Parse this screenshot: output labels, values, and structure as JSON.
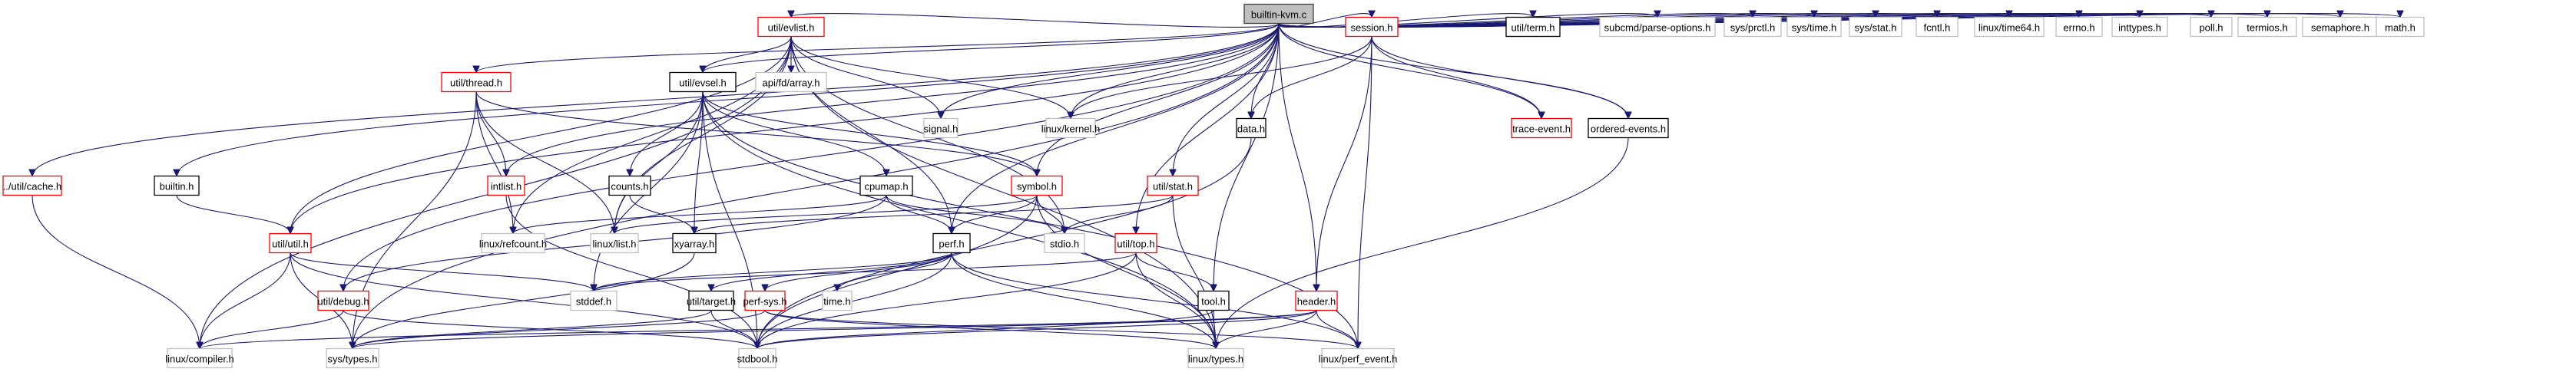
{
  "title": "builtin-kvm.c",
  "colors": {
    "edge": "#191970",
    "root_fill": "#bfbfbf",
    "root_border": "#404040",
    "documented_border": "#000000",
    "truncated_border": "#ff0000",
    "external_border": "#bfbfbf"
  },
  "legend_kinds": {
    "root": "file being documented",
    "documented": "documented header",
    "truncated": "header with hidden includes",
    "external": "undocumented / system header"
  },
  "nodes": [
    {
      "id": "builtin_kvm_c",
      "label": "builtin-kvm.c",
      "kind": "root"
    },
    {
      "id": "util_evlist_h",
      "label": "util/evlist.h",
      "kind": "truncated"
    },
    {
      "id": "session_h",
      "label": "session.h",
      "kind": "truncated"
    },
    {
      "id": "util_term_h",
      "label": "util/term.h",
      "kind": "documented"
    },
    {
      "id": "subcmd_parse_options_h",
      "label": "subcmd/parse-options.h",
      "kind": "external"
    },
    {
      "id": "sys_prctl_h",
      "label": "sys/prctl.h",
      "kind": "external"
    },
    {
      "id": "sys_time_h",
      "label": "sys/time.h",
      "kind": "external"
    },
    {
      "id": "sys_stat_h",
      "label": "sys/stat.h",
      "kind": "external"
    },
    {
      "id": "fcntl_h",
      "label": "fcntl.h",
      "kind": "external"
    },
    {
      "id": "linux_time64_h",
      "label": "linux/time64.h",
      "kind": "external"
    },
    {
      "id": "errno_h",
      "label": "errno.h",
      "kind": "external"
    },
    {
      "id": "inttypes_h",
      "label": "inttypes.h",
      "kind": "external"
    },
    {
      "id": "poll_h",
      "label": "poll.h",
      "kind": "external"
    },
    {
      "id": "termios_h",
      "label": "termios.h",
      "kind": "external"
    },
    {
      "id": "semaphore_h",
      "label": "semaphore.h",
      "kind": "external"
    },
    {
      "id": "math_h",
      "label": "math.h",
      "kind": "external"
    },
    {
      "id": "util_thread_h",
      "label": "util/thread.h",
      "kind": "truncated"
    },
    {
      "id": "util_evsel_h",
      "label": "util/evsel.h",
      "kind": "documented"
    },
    {
      "id": "api_fd_array_h",
      "label": "api/fd/array.h",
      "kind": "external"
    },
    {
      "id": "signal_h",
      "label": "signal.h",
      "kind": "external"
    },
    {
      "id": "linux_kernel_h",
      "label": "linux/kernel.h",
      "kind": "external"
    },
    {
      "id": "data_h",
      "label": "data.h",
      "kind": "documented"
    },
    {
      "id": "trace_event_h",
      "label": "trace-event.h",
      "kind": "truncated"
    },
    {
      "id": "ordered_events_h",
      "label": "ordered-events.h",
      "kind": "documented"
    },
    {
      "id": "util_cache_h",
      "label": "../util/cache.h",
      "kind": "truncated"
    },
    {
      "id": "builtin_h",
      "label": "builtin.h",
      "kind": "documented"
    },
    {
      "id": "intlist_h",
      "label": "intlist.h",
      "kind": "truncated"
    },
    {
      "id": "counts_h",
      "label": "counts.h",
      "kind": "documented"
    },
    {
      "id": "cpumap_h",
      "label": "cpumap.h",
      "kind": "documented"
    },
    {
      "id": "symbol_h",
      "label": "symbol.h",
      "kind": "truncated"
    },
    {
      "id": "util_stat_h",
      "label": "util/stat.h",
      "kind": "truncated"
    },
    {
      "id": "util_util_h",
      "label": "util/util.h",
      "kind": "truncated"
    },
    {
      "id": "linux_refcount_h",
      "label": "linux/refcount.h",
      "kind": "external"
    },
    {
      "id": "linux_list_h",
      "label": "linux/list.h",
      "kind": "external"
    },
    {
      "id": "xyarray_h",
      "label": "xyarray.h",
      "kind": "documented"
    },
    {
      "id": "perf_h",
      "label": "perf.h",
      "kind": "documented"
    },
    {
      "id": "stdio_h",
      "label": "stdio.h",
      "kind": "external"
    },
    {
      "id": "util_top_h",
      "label": "util/top.h",
      "kind": "truncated"
    },
    {
      "id": "util_debug_h",
      "label": "util/debug.h",
      "kind": "truncated"
    },
    {
      "id": "stddef_h",
      "label": "stddef.h",
      "kind": "external"
    },
    {
      "id": "util_target_h",
      "label": "util/target.h",
      "kind": "documented"
    },
    {
      "id": "perf_sys_h",
      "label": "perf-sys.h",
      "kind": "truncated"
    },
    {
      "id": "time_h",
      "label": "time.h",
      "kind": "external"
    },
    {
      "id": "tool_h",
      "label": "tool.h",
      "kind": "documented"
    },
    {
      "id": "header_h",
      "label": "header.h",
      "kind": "truncated"
    },
    {
      "id": "linux_compiler_h",
      "label": "linux/compiler.h",
      "kind": "external"
    },
    {
      "id": "sys_types_h",
      "label": "sys/types.h",
      "kind": "external"
    },
    {
      "id": "stdbool_h",
      "label": "stdbool.h",
      "kind": "external"
    },
    {
      "id": "linux_types_h",
      "label": "linux/types.h",
      "kind": "external"
    },
    {
      "id": "linux_perf_event_h",
      "label": "linux/perf_event.h",
      "kind": "external"
    }
  ],
  "edges": [
    [
      "builtin_kvm_c",
      "util_evlist_h"
    ],
    [
      "builtin_kvm_c",
      "session_h"
    ],
    [
      "builtin_kvm_c",
      "util_term_h"
    ],
    [
      "builtin_kvm_c",
      "subcmd_parse_options_h"
    ],
    [
      "builtin_kvm_c",
      "sys_prctl_h"
    ],
    [
      "builtin_kvm_c",
      "sys_time_h"
    ],
    [
      "builtin_kvm_c",
      "sys_stat_h"
    ],
    [
      "builtin_kvm_c",
      "fcntl_h"
    ],
    [
      "builtin_kvm_c",
      "linux_time64_h"
    ],
    [
      "builtin_kvm_c",
      "errno_h"
    ],
    [
      "builtin_kvm_c",
      "inttypes_h"
    ],
    [
      "builtin_kvm_c",
      "poll_h"
    ],
    [
      "builtin_kvm_c",
      "termios_h"
    ],
    [
      "builtin_kvm_c",
      "semaphore_h"
    ],
    [
      "builtin_kvm_c",
      "math_h"
    ],
    [
      "builtin_kvm_c",
      "util_cache_h"
    ],
    [
      "builtin_kvm_c",
      "builtin_h"
    ],
    [
      "builtin_kvm_c",
      "util_thread_h"
    ],
    [
      "builtin_kvm_c",
      "util_evsel_h"
    ],
    [
      "builtin_kvm_c",
      "signal_h"
    ],
    [
      "builtin_kvm_c",
      "linux_kernel_h"
    ],
    [
      "builtin_kvm_c",
      "data_h"
    ],
    [
      "builtin_kvm_c",
      "trace_event_h"
    ],
    [
      "builtin_kvm_c",
      "ordered_events_h"
    ],
    [
      "builtin_kvm_c",
      "intlist_h"
    ],
    [
      "builtin_kvm_c",
      "util_util_h"
    ],
    [
      "builtin_kvm_c",
      "symbol_h"
    ],
    [
      "builtin_kvm_c",
      "util_stat_h"
    ],
    [
      "builtin_kvm_c",
      "util_top_h"
    ],
    [
      "builtin_kvm_c",
      "perf_h"
    ],
    [
      "builtin_kvm_c",
      "tool_h"
    ],
    [
      "builtin_kvm_c",
      "header_h"
    ],
    [
      "builtin_kvm_c",
      "util_debug_h"
    ],
    [
      "builtin_kvm_c",
      "sys_types_h"
    ],
    [
      "util_evlist_h",
      "util_evsel_h"
    ],
    [
      "util_evlist_h",
      "api_fd_array_h"
    ],
    [
      "util_evlist_h",
      "signal_h"
    ],
    [
      "util_evlist_h",
      "linux_kernel_h"
    ],
    [
      "util_evlist_h",
      "linux_list_h"
    ],
    [
      "util_evlist_h",
      "linux_refcount_h"
    ],
    [
      "util_evlist_h",
      "stdio_h"
    ],
    [
      "util_evlist_h",
      "perf_h"
    ],
    [
      "util_evlist_h",
      "util_util_h"
    ],
    [
      "util_evlist_h",
      "linux_compiler_h"
    ],
    [
      "util_evlist_h",
      "linux_types_h"
    ],
    [
      "session_h",
      "linux_kernel_h"
    ],
    [
      "session_h",
      "data_h"
    ],
    [
      "session_h",
      "trace_event_h"
    ],
    [
      "session_h",
      "ordered_events_h"
    ],
    [
      "session_h",
      "header_h"
    ],
    [
      "session_h",
      "linux_perf_event_h"
    ],
    [
      "ordered_events_h",
      "linux_types_h"
    ],
    [
      "data_h",
      "stdbool_h"
    ],
    [
      "util_thread_h",
      "intlist_h"
    ],
    [
      "util_thread_h",
      "linux_refcount_h"
    ],
    [
      "util_thread_h",
      "linux_list_h"
    ],
    [
      "util_thread_h",
      "symbol_h"
    ],
    [
      "util_thread_h",
      "sys_types_h"
    ],
    [
      "util_evsel_h",
      "counts_h"
    ],
    [
      "util_evsel_h",
      "cpumap_h"
    ],
    [
      "util_evsel_h",
      "linux_list_h"
    ],
    [
      "util_evsel_h",
      "xyarray_h"
    ],
    [
      "util_evsel_h",
      "symbol_h"
    ],
    [
      "util_evsel_h",
      "stdbool_h"
    ],
    [
      "util_evsel_h",
      "linux_types_h"
    ],
    [
      "util_evsel_h",
      "linux_perf_event_h"
    ],
    [
      "util_evsel_h",
      "stddef_h"
    ],
    [
      "util_cache_h",
      "linux_compiler_h"
    ],
    [
      "builtin_h",
      "util_util_h"
    ],
    [
      "intlist_h",
      "stdbool_h"
    ],
    [
      "counts_h",
      "xyarray_h"
    ],
    [
      "cpumap_h",
      "perf_h"
    ],
    [
      "cpumap_h",
      "stdio_h"
    ],
    [
      "cpumap_h",
      "linux_refcount_h"
    ],
    [
      "cpumap_h",
      "util_debug_h"
    ],
    [
      "symbol_h",
      "perf_h"
    ],
    [
      "symbol_h",
      "stdio_h"
    ],
    [
      "symbol_h",
      "linux_list_h"
    ],
    [
      "symbol_h",
      "stdbool_h"
    ],
    [
      "symbol_h",
      "linux_types_h"
    ],
    [
      "util_stat_h",
      "stdio_h"
    ],
    [
      "util_stat_h",
      "xyarray_h"
    ],
    [
      "util_stat_h",
      "linux_types_h"
    ],
    [
      "util_util_h",
      "linux_compiler_h"
    ],
    [
      "util_util_h",
      "sys_types_h"
    ],
    [
      "util_util_h",
      "stddef_h"
    ],
    [
      "util_util_h",
      "stdbool_h"
    ],
    [
      "xyarray_h",
      "sys_types_h"
    ],
    [
      "perf_h",
      "time_h"
    ],
    [
      "perf_h",
      "util_target_h"
    ],
    [
      "perf_h",
      "perf_sys_h"
    ],
    [
      "perf_h",
      "stdbool_h"
    ],
    [
      "perf_h",
      "linux_types_h"
    ],
    [
      "perf_h",
      "linux_perf_event_h"
    ],
    [
      "perf_h",
      "stddef_h"
    ],
    [
      "util_top_h",
      "tool_h"
    ],
    [
      "util_top_h",
      "stddef_h"
    ],
    [
      "util_top_h",
      "stdbool_h"
    ],
    [
      "util_top_h",
      "linux_types_h"
    ],
    [
      "util_debug_h",
      "linux_compiler_h"
    ],
    [
      "util_debug_h",
      "stdbool_h"
    ],
    [
      "util_target_h",
      "stdbool_h"
    ],
    [
      "util_target_h",
      "sys_types_h"
    ],
    [
      "perf_sys_h",
      "linux_types_h"
    ],
    [
      "perf_sys_h",
      "linux_perf_event_h"
    ],
    [
      "perf_sys_h",
      "sys_types_h"
    ],
    [
      "tool_h",
      "stdbool_h"
    ],
    [
      "tool_h",
      "linux_types_h"
    ],
    [
      "header_h",
      "linux_types_h"
    ],
    [
      "header_h",
      "linux_perf_event_h"
    ],
    [
      "header_h",
      "stdbool_h"
    ],
    [
      "header_h",
      "linux_compiler_h"
    ],
    [
      "header_h",
      "sys_types_h"
    ]
  ]
}
